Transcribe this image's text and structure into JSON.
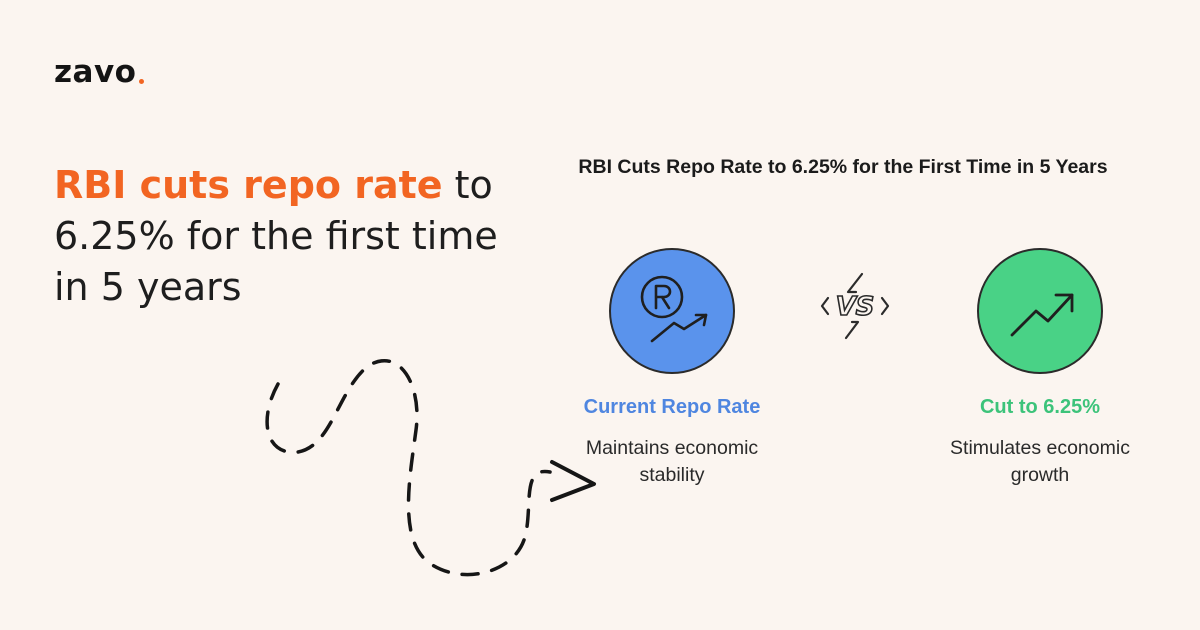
{
  "brand": {
    "name": "zavo",
    "accent_color": "#f26522"
  },
  "headline": {
    "highlight": "RBI cuts repo rate",
    "rest": " to 6.25% for the first time in 5 years",
    "highlight_color": "#f26522"
  },
  "decoration": {
    "arrow_icon": "dashed-squiggle-arrow-icon"
  },
  "infographic": {
    "title": "RBI Cuts Repo Rate to 6.25% for the First Time in 5 Years",
    "vs_label": "VS",
    "left": {
      "label": "Current Repo Rate",
      "description": "Maintains economic stability",
      "icon": "rupee-trend-icon",
      "color": "#4f86e0",
      "circle_fill": "#5a93ec"
    },
    "right": {
      "label": "Cut to 6.25%",
      "description": "Stimulates economic growth",
      "icon": "trend-up-icon",
      "color": "#3cc37a",
      "circle_fill": "#49d286"
    }
  }
}
